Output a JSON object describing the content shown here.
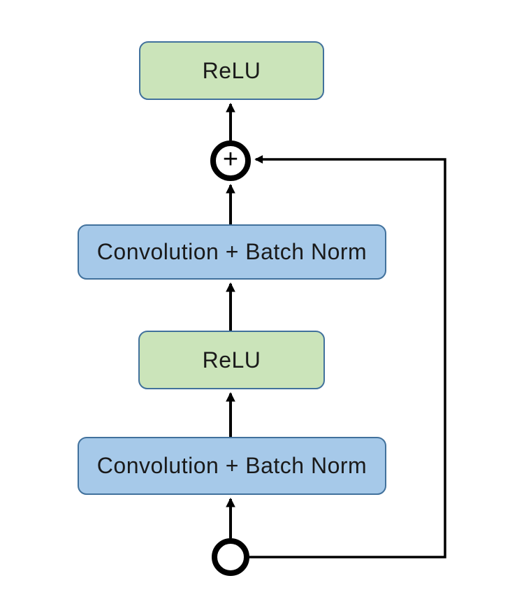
{
  "diagram": {
    "description": "Residual block flow diagram",
    "nodes": {
      "relu_top": "ReLU",
      "conv_bn_top": "Convolution + Batch Norm",
      "relu_mid": "ReLU",
      "conv_bn_bottom": "Convolution + Batch Norm",
      "add_symbol": "+"
    },
    "connectors": {
      "flow_direction": "bottom-to-top",
      "skip_connection": "input-circle right edge to add-circle right side around right margin"
    },
    "colors": {
      "green_fill": "#CBE4BA",
      "blue_fill": "#A6C9E9",
      "border": "#41719C",
      "line": "#000000",
      "background": "#FFFFFF"
    }
  }
}
